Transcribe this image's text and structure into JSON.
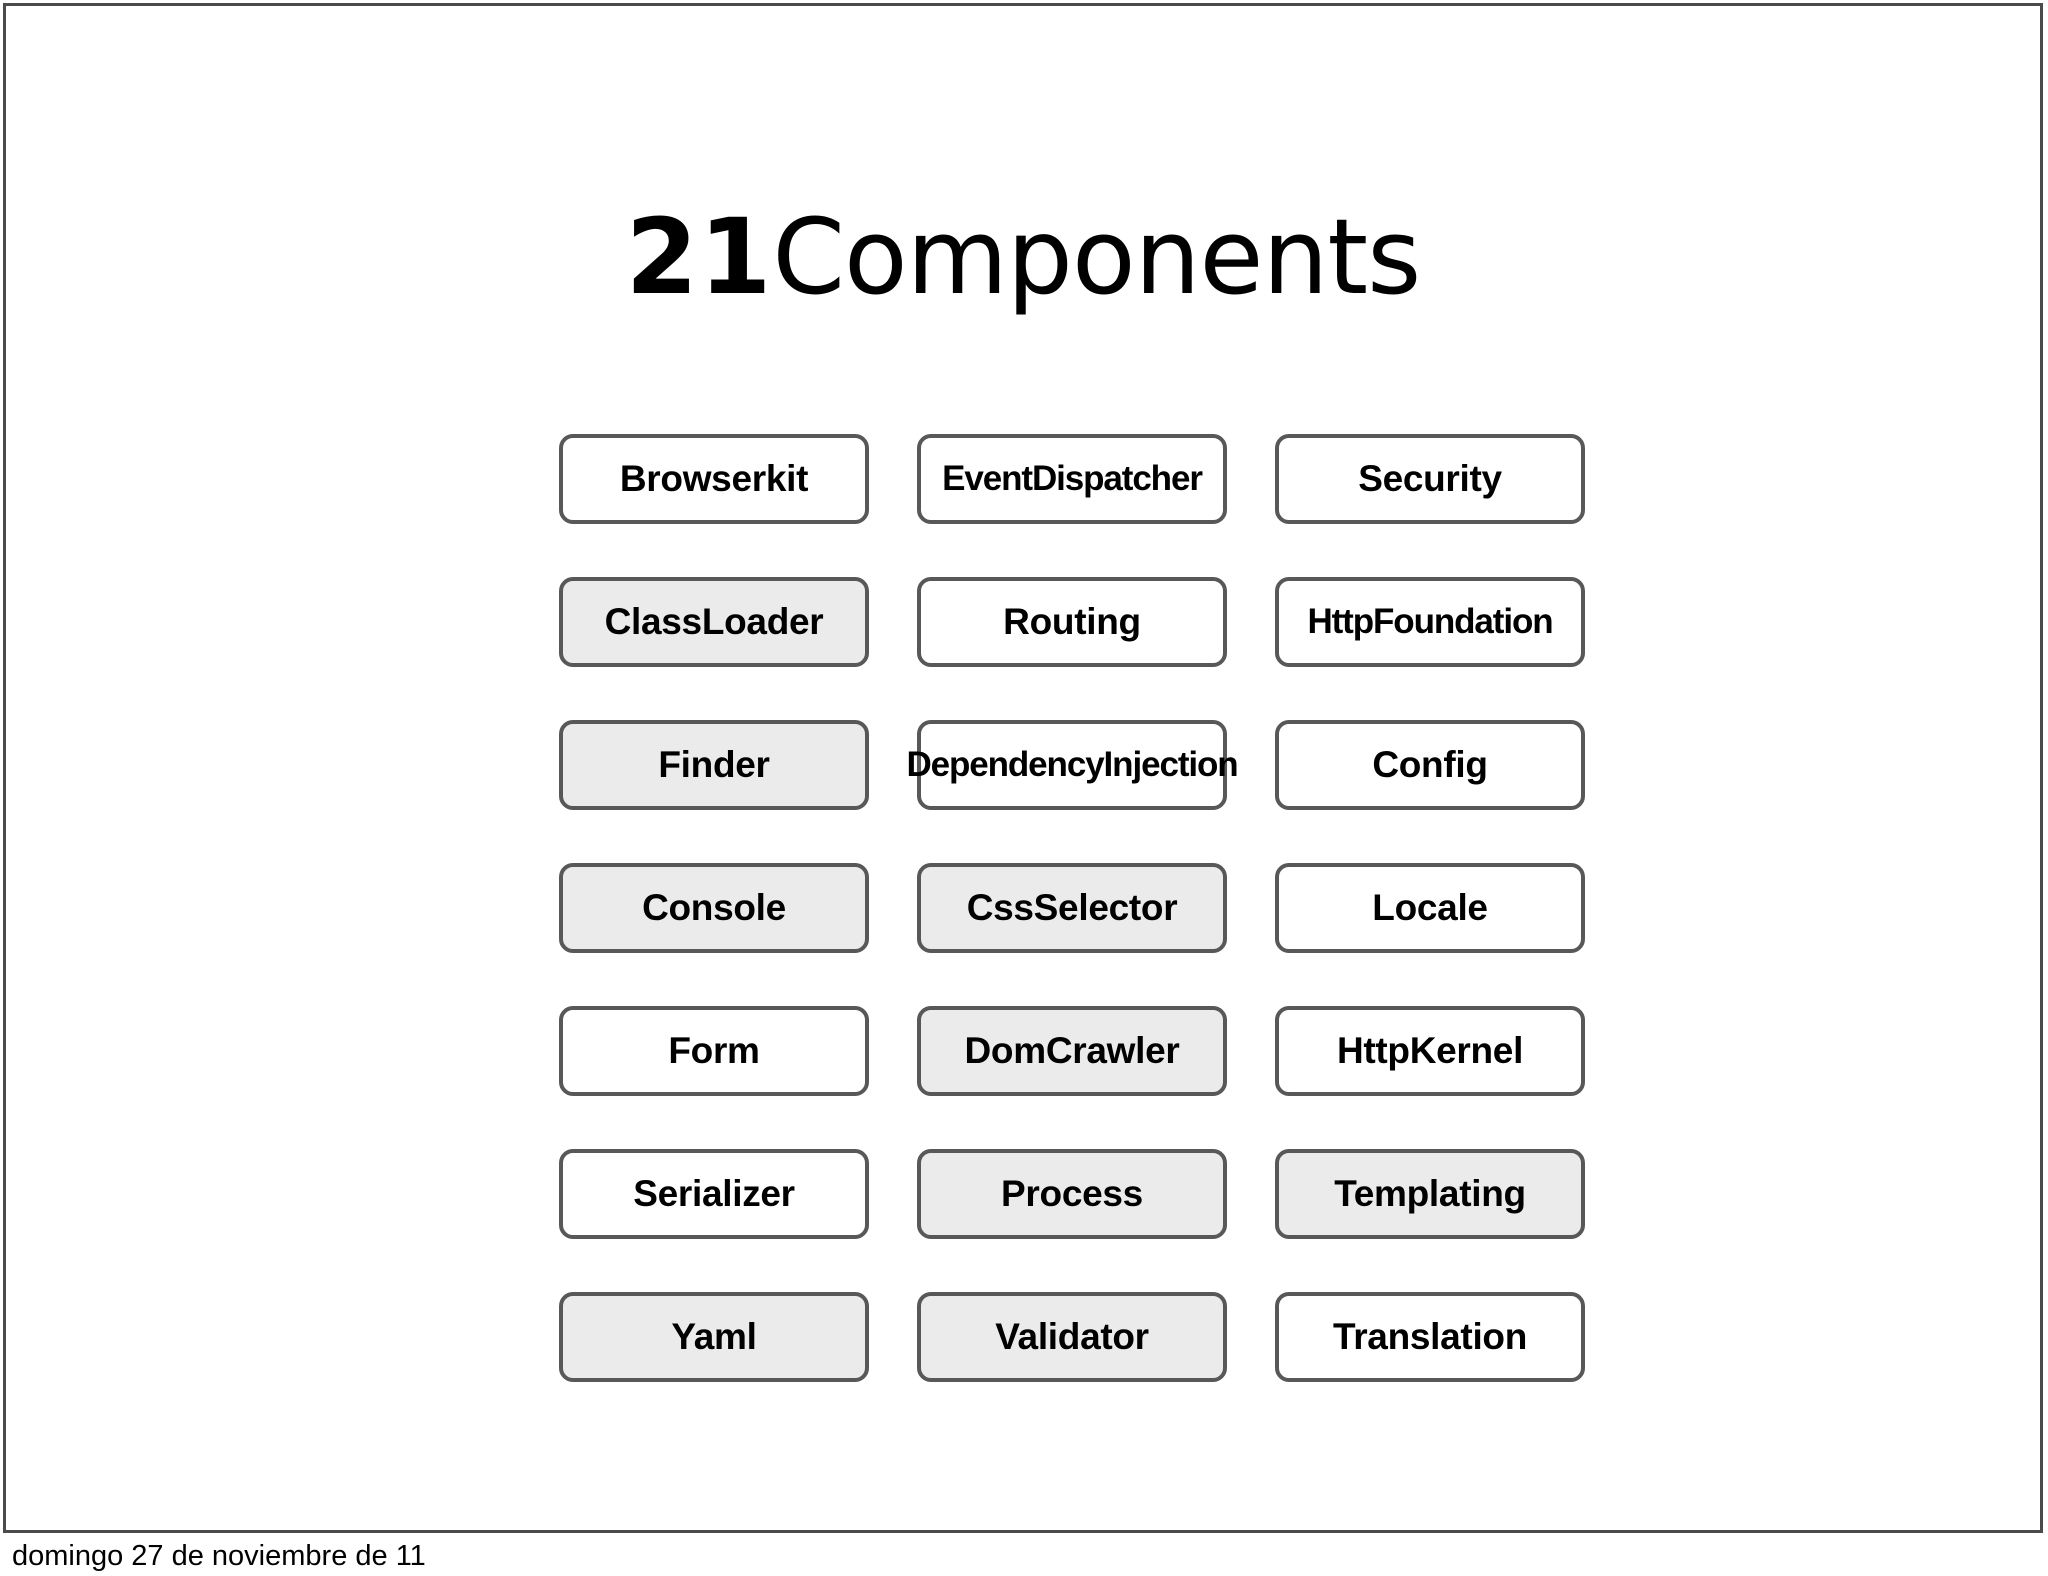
{
  "slide": {
    "title": {
      "number": "21",
      "word": "Components"
    },
    "footer": "domingo 27 de noviembre de 11",
    "colors": {
      "frame_border": "#4b4b4d",
      "box_border": "#58585a",
      "box_fill_default": "#ffffff",
      "box_fill_highlighted": "#ebebeb",
      "text": "#000000",
      "background": "#ffffff"
    },
    "grid": {
      "columns": 3,
      "rows": 7,
      "boxes": [
        {
          "label": "Browserkit",
          "highlighted": false
        },
        {
          "label": "EventDispatcher",
          "highlighted": false
        },
        {
          "label": "Security",
          "highlighted": false
        },
        {
          "label": "ClassLoader",
          "highlighted": true
        },
        {
          "label": "Routing",
          "highlighted": false
        },
        {
          "label": "HttpFoundation",
          "highlighted": false
        },
        {
          "label": "Finder",
          "highlighted": true
        },
        {
          "label": "DependencyInjection",
          "highlighted": false
        },
        {
          "label": "Config",
          "highlighted": false
        },
        {
          "label": "Console",
          "highlighted": true
        },
        {
          "label": "CssSelector",
          "highlighted": true
        },
        {
          "label": "Locale",
          "highlighted": false
        },
        {
          "label": "Form",
          "highlighted": false
        },
        {
          "label": "DomCrawler",
          "highlighted": true
        },
        {
          "label": "HttpKernel",
          "highlighted": false
        },
        {
          "label": "Serializer",
          "highlighted": false
        },
        {
          "label": "Process",
          "highlighted": true
        },
        {
          "label": "Templating",
          "highlighted": true
        },
        {
          "label": "Yaml",
          "highlighted": true
        },
        {
          "label": "Validator",
          "highlighted": true
        },
        {
          "label": "Translation",
          "highlighted": false
        }
      ]
    }
  }
}
